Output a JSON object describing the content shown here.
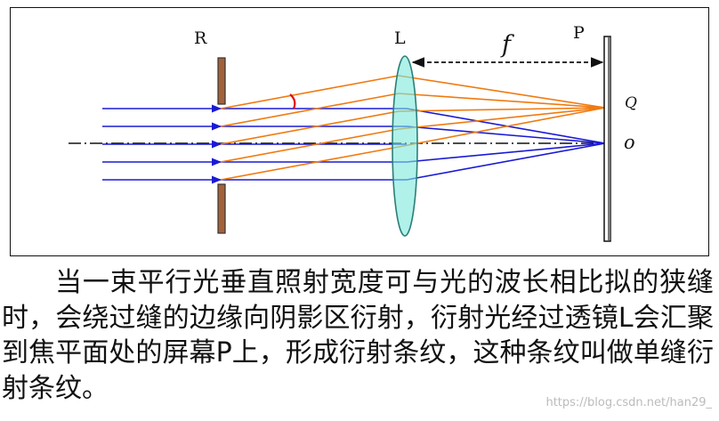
{
  "figure": {
    "labels": {
      "slit": "R",
      "lens": "L",
      "screen": "P",
      "focal_length": "f",
      "point_q": "Q",
      "point_o": "o"
    },
    "colors": {
      "incident_rays": "#1a1ad6",
      "diffracted_rays": "#f07a10",
      "lens_fill": "#7ce8dc",
      "lens_stroke": "#2a7f78",
      "slit_plate": "#a5623a",
      "angle_mark": "#e01010"
    }
  },
  "caption": "当一束平行光垂直照射宽度可与光的波长相比拟的狭缝时，会绕过缝的边缘向阴影区衍射，衍射光经过透镜L会汇聚到焦平面处的屏幕P上，形成衍射条纹，这种条纹叫做单缝衍射条纹。",
  "watermark": "https://blog.csdn.net/han29_"
}
